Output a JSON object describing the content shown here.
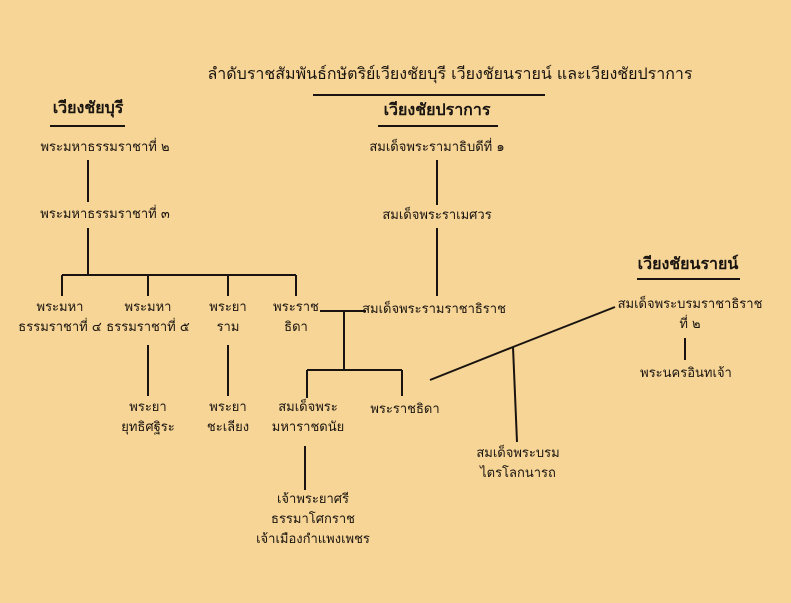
{
  "title": "ลำดับราชสัมพันธ์กษัตริย์เวียงชัยบุรี  เวียงชัยนรายน์  และเวียงชัยปราการ",
  "groups": {
    "wiang_chai_buri": "เวียงชัยบุรี",
    "wiang_chai_prakan": "เวียงชัยปราการ",
    "wiang_chai_narai": "เวียงชัยนรายน์"
  },
  "people": {
    "maha_thammaracha_2": "พระมหาธรรมราชาที่ ๒",
    "maha_thammaracha_3": "พระมหาธรรมราชาที่ ๓",
    "maha_thammaracha_4": [
      "พระมหา",
      "ธรรมราชาที่ ๔"
    ],
    "maha_thammaracha_5": [
      "พระมหา",
      "ธรรมราชาที่ ๕"
    ],
    "phraya_ram": [
      "พระยา",
      "ราม"
    ],
    "princess_1": [
      "พระราช",
      "ธิดา"
    ],
    "ramathibodi_1": "สมเด็จพระรามาธิบดีที่ ๑",
    "ramesuan": "สมเด็จพระราเมศวร",
    "ramracha": "สมเด็จพระรามราชาธิราช",
    "phraya_yutthisathira": [
      "พระยา",
      "ยุทธิศฐิระ"
    ],
    "phraya_chaliang": [
      "พระยา",
      "ชะเลียง"
    ],
    "maharat_danai": [
      "สมเด็จพระ",
      "มหาราชดนัย"
    ],
    "princess_2": "พระราชธิดา",
    "chao_phraya_si": [
      "เจ้าพระยาศรี",
      "ธรรมาโศกราช",
      "เจ้าเมืองกำแพงเพชร"
    ],
    "borommarachathirat_2": [
      "สมเด็จพระบรมราชาธิราช",
      "ที่ ๒"
    ],
    "nakhon_in": "พระนครอินทเจ้า",
    "trailokanat": [
      "สมเด็จพระบรม",
      "ไตรโลกนารถ"
    ]
  }
}
